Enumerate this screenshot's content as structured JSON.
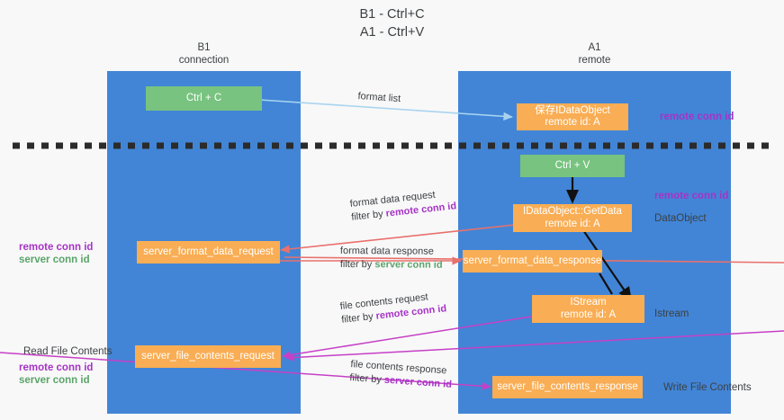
{
  "title": "B1 - Ctrl+C\nA1 - Ctrl+V",
  "lanes": [
    {
      "id": "b1",
      "heading": "B1\nconnection"
    },
    {
      "id": "a1",
      "heading": "A1\nremote"
    }
  ],
  "boxes": {
    "ctrl_c": {
      "line1": "Ctrl + C",
      "line2": ""
    },
    "save_dataobject": {
      "line1": "保存IDataObject",
      "line2": "remote id: A"
    },
    "ctrl_v": {
      "line1": "Ctrl + V",
      "line2": ""
    },
    "getdata": {
      "line1": "IDataObject::GetData",
      "line2": "remote id: A"
    },
    "fmt_req": {
      "line1": "server_format_data_request",
      "line2": ""
    },
    "fmt_resp": {
      "line1": "server_format_data_response",
      "line2": ""
    },
    "istream": {
      "line1": "IStream",
      "line2": "remote id: A"
    },
    "file_req": {
      "line1": "server_file_contents_request",
      "line2": ""
    },
    "file_resp": {
      "line1": "server_file_contents_response",
      "line2": ""
    }
  },
  "notes": {
    "right_remote_conn_top": "remote conn id",
    "right_remote_conn_mid": "remote conn id",
    "right_dataobject": "DataObject",
    "right_istream": "Istream",
    "right_write_file": "Write File Contents",
    "left_remote_conn": "remote conn id",
    "left_server_conn": "server conn id",
    "left_read_file": "Read File Contents",
    "left_remote_conn2": "remote conn id",
    "left_server_conn2": "server conn id"
  },
  "arrow_labels": {
    "format_list": "format list",
    "fmt_data_request_l1": "format data request",
    "fmt_data_request_l2_prefix": "filter by ",
    "fmt_data_request_l2_key": "remote conn id",
    "fmt_data_response_l1": "format data response",
    "fmt_data_response_l2_prefix": "filter by ",
    "fmt_data_response_l2_key": "server conn id",
    "file_contents_request_l1": "file contents request",
    "file_contents_request_l2_prefix": "filter by ",
    "file_contents_request_l2_key": "remote conn id",
    "file_contents_response_l1": "file contents response",
    "file_contents_response_l2_prefix": "filter by ",
    "file_contents_response_l2_key": "server conn id"
  },
  "colors": {
    "lane": "#4285d6",
    "green_box": "#78c37f",
    "orange_box": "#f9ad54",
    "purple": "#a633c6",
    "green_text": "#5aa469",
    "arrow_lightblue": "#a8d3f0",
    "arrow_red": "#e8716d",
    "arrow_magenta": "#c640c6",
    "arrow_black": "#111111",
    "background": "#f8f8f8"
  }
}
